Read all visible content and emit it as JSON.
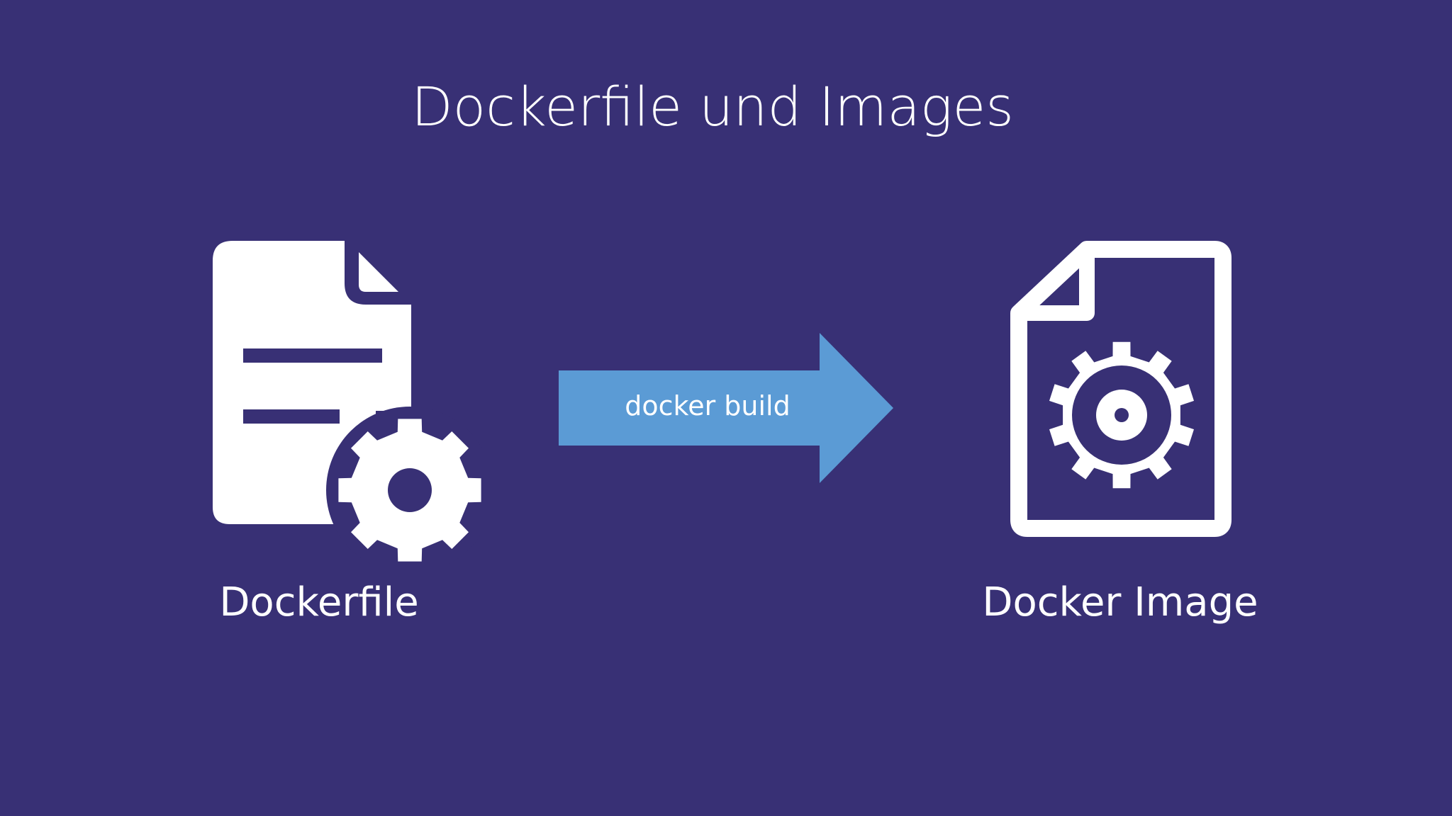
{
  "colors": {
    "background": "#383075",
    "foreground": "#ffffff",
    "arrow": "#5b9bd5"
  },
  "slide": {
    "title": "Dockerfile und Images"
  },
  "source": {
    "label": "Dockerfile",
    "icon": "document-gear-icon"
  },
  "process": {
    "label": "docker build",
    "icon": "right-arrow-icon"
  },
  "target": {
    "label": "Docker Image",
    "icon": "document-gear-outline-icon"
  }
}
